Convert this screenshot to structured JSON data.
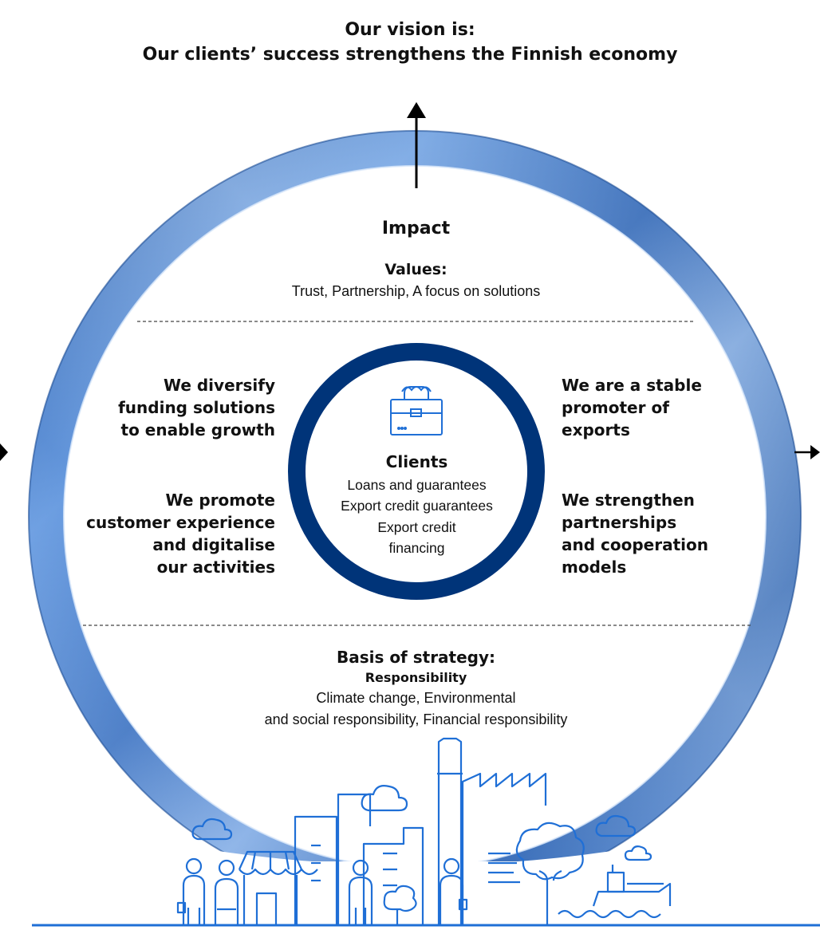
{
  "vision": {
    "heading": "Our vision is:",
    "statement": "Our clients’ success strengthens the Finnish economy"
  },
  "impact": "Impact",
  "values": {
    "label": "Values:",
    "text": "Trust, Partnership, A focus on solutions"
  },
  "goals_left": [
    [
      "We diversify",
      "funding solutions",
      "to enable growth"
    ],
    [
      "We promote",
      "customer experience",
      "and digitalise",
      "our activities"
    ]
  ],
  "goals_right": [
    [
      "We are a stable",
      "promoter of",
      "exports"
    ],
    [
      "We strengthen",
      "partnerships",
      "and cooperation",
      "models"
    ]
  ],
  "clients": {
    "label": "Clients",
    "lines": [
      "Loans and guarantees",
      "Export credit guarantees",
      "Export credit",
      "financing"
    ],
    "icon": "briefcase-icon"
  },
  "basis": {
    "label": "Basis of strategy:",
    "sublabel": "Responsibility",
    "lines": [
      "Climate change, Environmental",
      "and social responsibility, Financial responsibility"
    ]
  },
  "colors": {
    "ring_dark": "#2b5da6",
    "ring_light": "#9cc0ef",
    "inner_ring": "#003479",
    "line_art": "#1f6fd6"
  },
  "illustration_icons": [
    "people-icon",
    "shop-icon",
    "office-building-icon",
    "factory-icon",
    "tree-icon",
    "cargo-ship-icon",
    "cloud-icon"
  ]
}
